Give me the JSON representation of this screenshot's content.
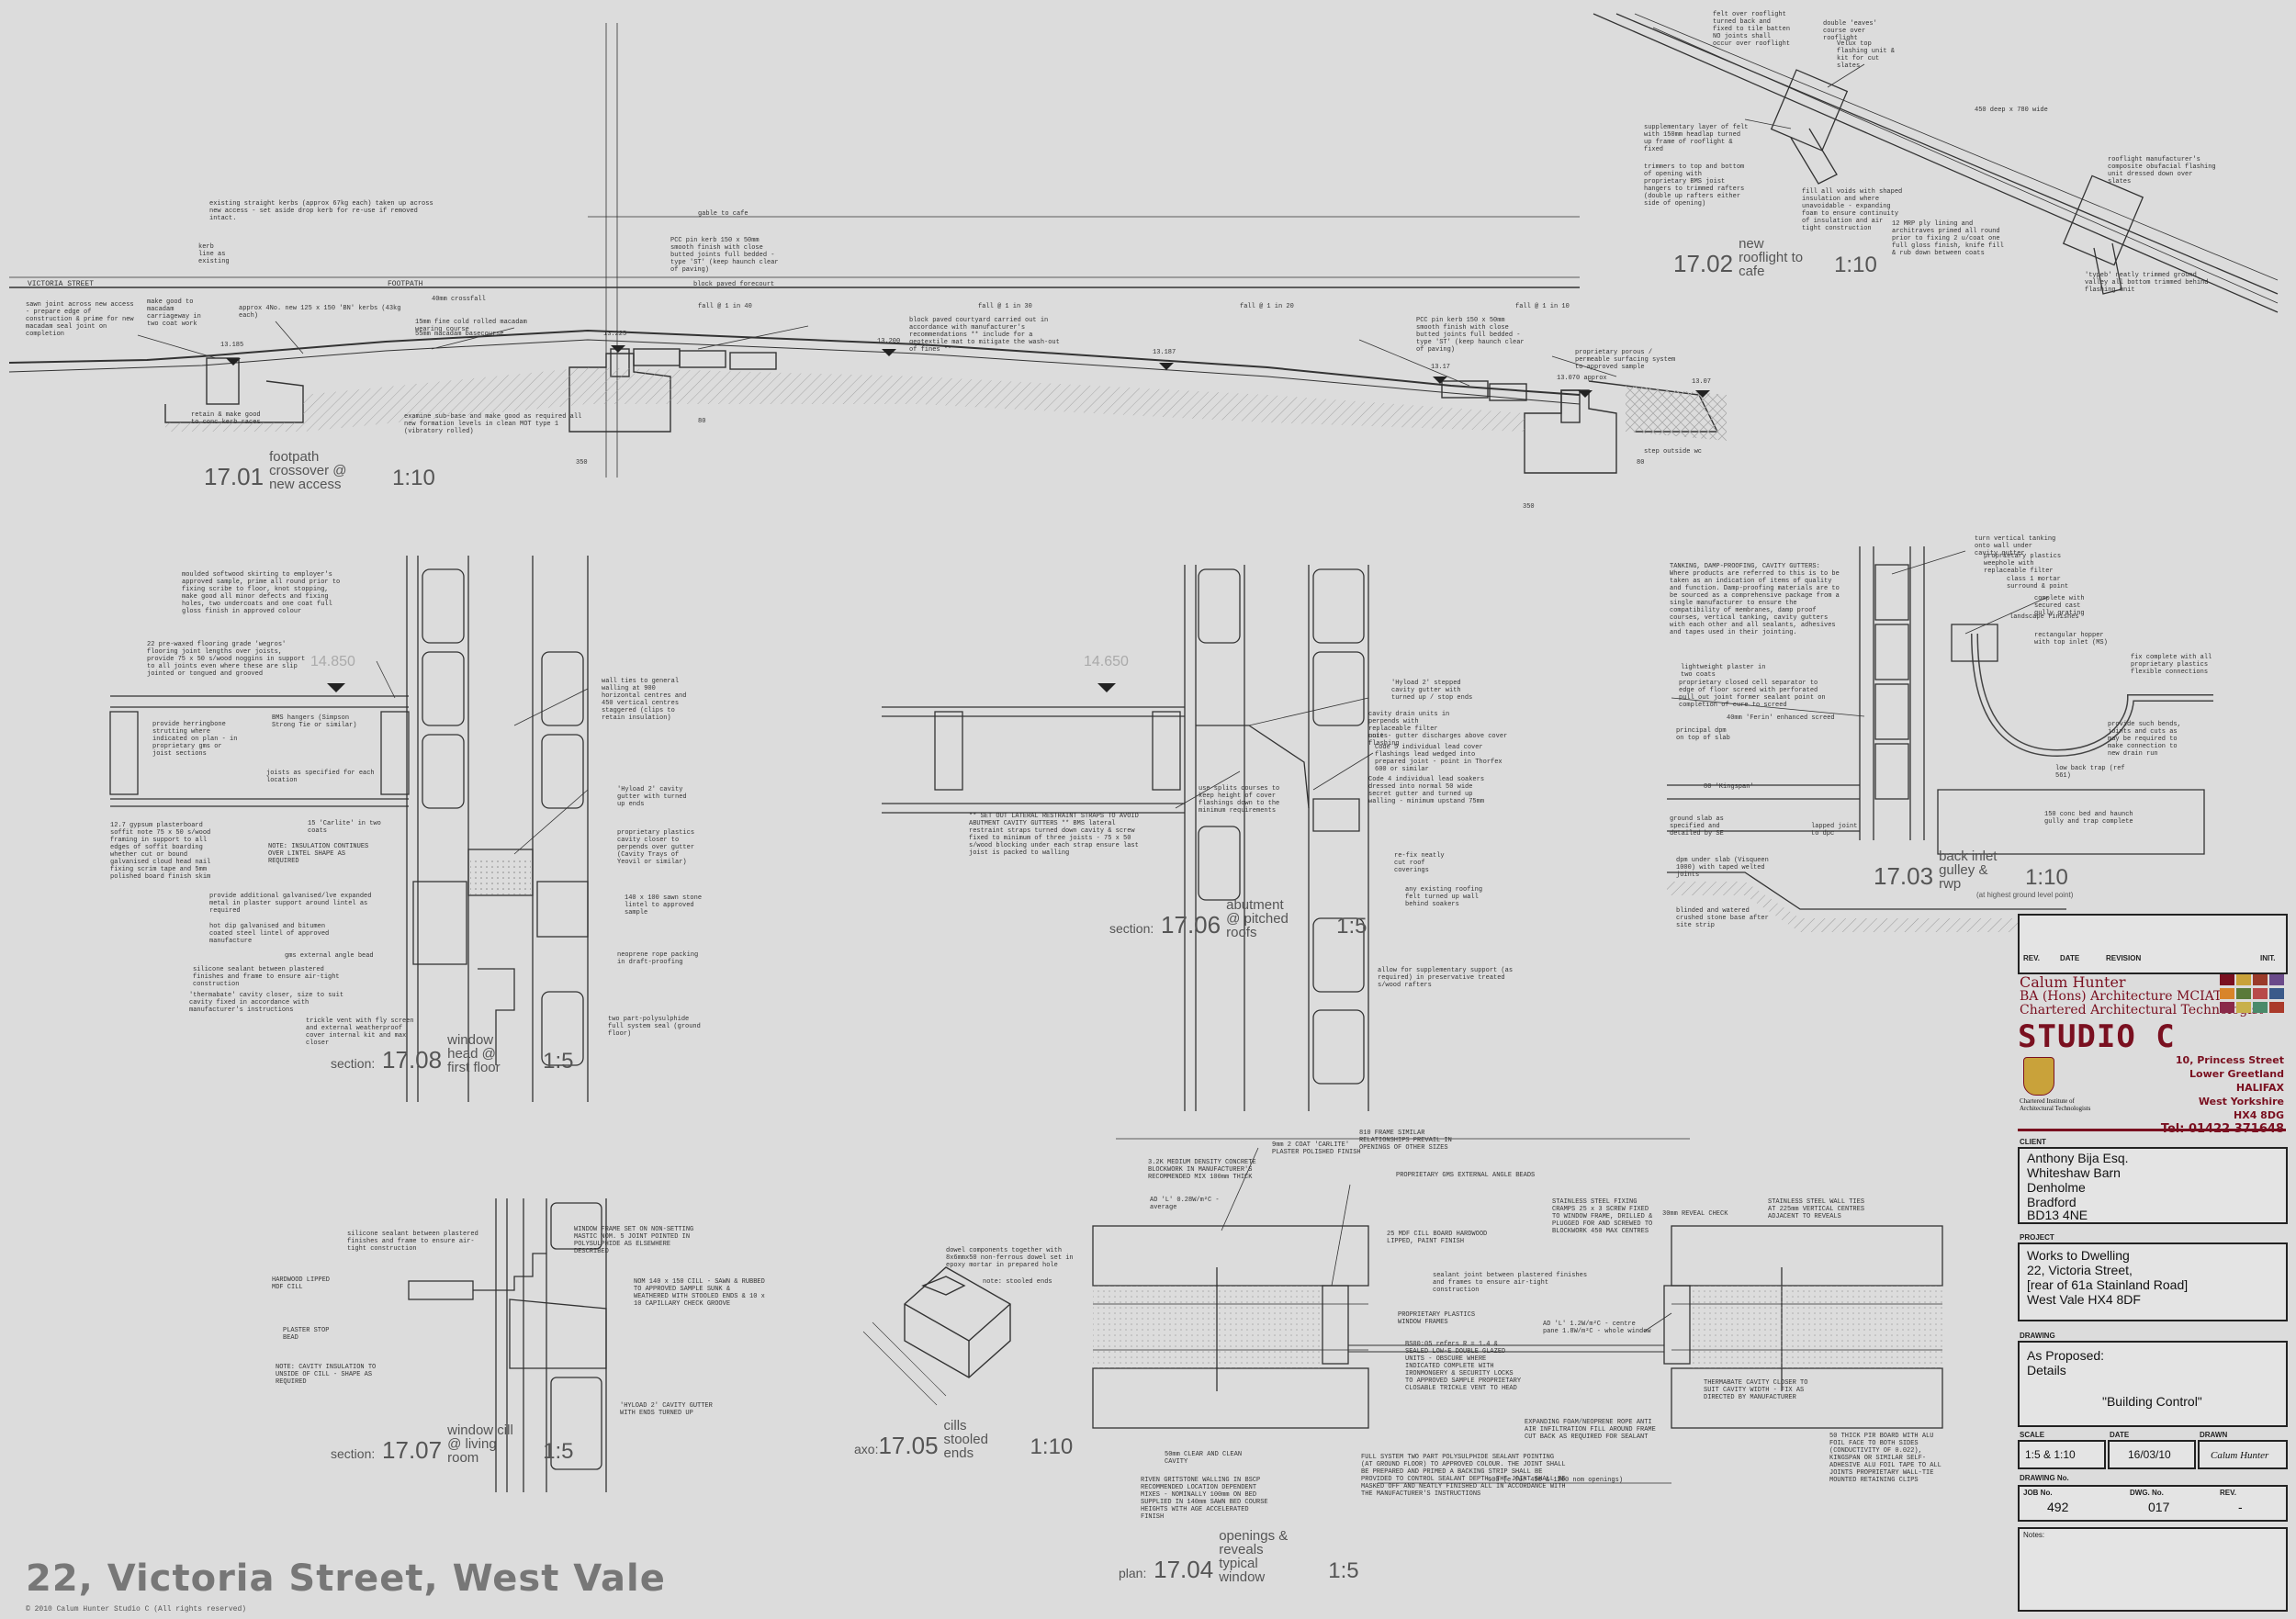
{
  "title": "22, Victoria Street, West Vale",
  "copyright": "© 2010 Calum Hunter  Studio C  (All rights reserved)",
  "details": [
    {
      "id": "d1701",
      "num": "17.01",
      "name": "footpath crossover @ new access",
      "scale": "1:10"
    },
    {
      "id": "d1702",
      "num": "17.02",
      "name": "new rooflight to cafe",
      "scale": "1:10"
    },
    {
      "id": "d1703",
      "num": "17.03",
      "name": "back inlet gulley & rwp",
      "note": "(at highest ground level point)",
      "scale": "1:10"
    },
    {
      "id": "d1704",
      "prefix": "plan:",
      "num": "17.04",
      "name": "openings & reveals typical window",
      "scale": "1:5"
    },
    {
      "id": "d1705",
      "prefix": "axo:",
      "num": "17.05",
      "name": "cills stooled ends",
      "scale": "1:10"
    },
    {
      "id": "d1706",
      "prefix": "section:",
      "num": "17.06",
      "name": "abutment @ pitched roofs",
      "scale": "1:5"
    },
    {
      "id": "d1707",
      "prefix": "section:",
      "num": "17.07",
      "name": "window cill @ living room",
      "scale": "1:5"
    },
    {
      "id": "d1708",
      "prefix": "section:",
      "num": "17.08",
      "name": "window head @ first floor",
      "scale": "1:5"
    }
  ],
  "site_labels": {
    "victoria_street": "VICTORIA STREET",
    "footpath": "FOOTPATH",
    "gable_to_cafe": "gable to cafe",
    "block_paved_forecourt": "block paved forecourt",
    "kerb_line": "kerb line as existing",
    "crossfall": "40mm crossfall",
    "falls": [
      "fall @ 1 in 40",
      "fall @ 1 in 30",
      "fall @ 1 in 20",
      "fall @ 1 in 10"
    ],
    "levels": [
      "13.185",
      "13.225",
      "13.200",
      "13.187",
      "13.17",
      "13.070 approx",
      "13.07"
    ],
    "dims": [
      "350",
      "350",
      "80",
      "80"
    ],
    "step_outside": "step outside wc"
  },
  "level_marks": [
    "14.850",
    "14.650"
  ],
  "notes": {
    "n1": "existing straight kerbs (approx 67kg each) taken up across new access - set aside drop kerb for re-use if removed intact.",
    "n2": "sawn joint across new access - prepare edge of construction & prime for new macadam seal joint on completion",
    "n3": "make good to macadam carriageway in two coat work",
    "n4": "approx 4No. new 125 x 150 'BN' kerbs (43kg each)",
    "n5": "15mm fine cold rolled macadam wearing course",
    "n6": "55mm macadam basecourse",
    "n7": "PCC pin kerb 150 x 50mm smooth finish with close butted joints full bedded - type 'ST' (keep haunch clear of paving)",
    "n8": "block paved courtyard carried out in accordance with manufacturer's recommendations ** include for a geotextile mat to mitigate the wash-out of fines **",
    "n9": "proprietary porous / permeable surfacing system to approved sample",
    "n10": "examine sub-base and make good as required all new formation levels in clean MOT type 1 (vibratory rolled)",
    "n11": "retain & make good to conc kerb races",
    "n12": "PCC pin kerb 150 x 50mm smooth finish with close butted joints full bedded - type 'ST' (keep haunch clear of paving)",
    "r1": "felt over rooflight turned back and fixed to tile batten NO joints shall occur over rooflight",
    "r2": "double 'eaves' course over rooflight",
    "r3": "Velux top flashing unit & kit for cut slates",
    "r4": "450 deep x 780 wide",
    "r5": "supplementary layer of felt with 150mm headlap turned up frame of rooflight & fixed",
    "r6": "trimmers to top and bottom of opening with proprietary BMS joist hangers to trimmed rafters (double up rafters either side of opening)",
    "r7": "fill all voids with shaped insulation and where unavoidable - expanding foam to ensure continuity of insulation and air tight construction",
    "r8": "12 MRP ply lining and architraves primed all round prior to fixing 2 u/coat one full gloss finish, knife fill & rub down between coats",
    "r9": "rooflight manufacturer's composite obufacial flashing unit dressed down over slates",
    "r10": "'typeb' neatly trimmed ground valley all bottom trimmed behind flashing unit",
    "h1": "moulded softwood skirting to employer's approved sample, prime all round prior to fixing scribe to floor, knot stopping, make good all minor defects and fixing holes, two undercoats and one coat full gloss finish in approved colour",
    "h2": "22 pre-waxed flooring grade 'wegros' flooring joint lengths over joists, provide 75 x 50 s/wood noggins in support to all joints even where these are slip jointed or tongued and grooved",
    "h3": "provide herringbone strutting where indicated on plan - in proprietary gms or joist sections",
    "h4": "BMS hangers (Simpson Strong Tie or similar)",
    "h5": "joists as specified for each location",
    "h6": "wall ties to general walling at 900 horizontal centres and 450 vertical centres staggered (clips to retain insulation)",
    "h7": "15 'Carlite' in two coats",
    "h8": "'Hyload 2' cavity gutter with turned up ends",
    "h9": "12.7 gypsum plasterboard soffit note 75 x 50 s/wood framing in support to all edges of soffit boarding whether cut or bound galvanised cloud head nail fixing scrim tape and 5mm polished board finish skim",
    "h10": "NOTE: INSULATION CONTINUES OVER LINTEL SHAPE AS REQUIRED",
    "h11": "proprietary plastics cavity closer to perpends over gutter (Cavity Trays of Yeovil or similar)",
    "h12": "provide additional galvanised/lve expanded metal in plaster support around lintel as required",
    "h13": "140 x 100 sawn stone lintel to approved sample",
    "h14": "hot dip galvanised and bitumen coated steel lintel of approved manufacture",
    "h15": "neoprene rope packing in draft-proofing",
    "h16": "gms external angle bead",
    "h17": "silicone sealant between plastered finishes and frame to ensure air-tight construction",
    "h18": "'thermabate' cavity closer, size to suit cavity fixed in accordance with manufacturer's instructions",
    "h19": "two part-polysulphide full system seal (ground floor)",
    "h20": "trickle vent with fly screen and external weatherproof cover internal kit and max closer",
    "a1": "'Hyload 2' stepped cavity gutter with turned up / stop ends",
    "a2": "cavity drain units in perpends with replaceable filter units",
    "a3": "note - gutter discharges above cover flashing",
    "a4": "Code 5 individual lead cover flashings lead wedged into prepared joint - point in Thorfex 600 or similar",
    "a5": "Code 4 individual lead soakers dressed into normal 50 wide secret gutter and turned up walling - minimum upstand 75mm",
    "a6": "use splits courses to keep height of cover flashings down to the minimum requirements",
    "a7": "** SET OUT LATERAL RESTRAINT STRAPS TO AVOID ABUTMENT CAVITY GUTTERS ** BMS lateral restraint straps turned down cavity & screw fixed to minimum of three joists - 75 x 50 s/wood blocking under each strap ensure last joist is packed to walling",
    "a8": "re-fix neatly cut roof coverings",
    "a9": "any existing roofing felt turned up wall behind soakers",
    "a10": "allow for supplementary support (as required) in preservative treated s/wood rafters",
    "g1": "TANKING, DAMP-PROOFING, CAVITY GUTTERS: Where products are referred to this is to be taken as an indication of items of quality and function. Damp-proofing materials are to be sourced as a comprehensive package from a single manufacturer to ensure the compatibility of membranes, damp proof courses, vertical tanking, cavity gutters with each other and all sealants, adhesives and tapes used in their jointing.",
    "g2": "turn vertical tanking onto wall under cavity gutter",
    "g3": "proprietary plastics weephole with replaceable filter",
    "g4": "class 1 mortar surround & point",
    "g5": "complete with secured cast gully grating",
    "g6": "landscape finishes",
    "g7": "rectangular hopper with top inlet (MS)",
    "g8": "fix complete with all proprietary plastics flexible connections",
    "g9": "lightweight plaster in two coats",
    "g10": "proprietary closed cell separator to edge of floor screed with perforated pull out joint former sealant point on completion of cure to screed",
    "g11": "40mm 'Ferin' enhanced screed",
    "g12": "principal dpm on top of slab",
    "g13": "80 'Kingspan'",
    "g14": "provide such bends, joints and cuts as may be required to make connection to new drain run",
    "g15": "low back trap (ref 561)",
    "g16": "ground slab as specified and detailed by SE",
    "g17": "lapped joint to dpc",
    "g18": "150 conc bed and haunch gully and trap complete",
    "g19": "dpm under slab (Visqueen 1000) with taped welted joints",
    "g20": "blinded and watered crushed stone base after site strip",
    "c1": "WINDOW FRAME SET ON NON-SETTING MASTIC NOM. 5 JOINT POINTED IN POLYSULPHIDE AS ELSEWHERE DESCRIBED",
    "c2": "silicone sealant between plastered finishes and frame to ensure air-tight construction",
    "c3": "HARDWOOD LIPPED MDF CILL",
    "c4": "NOM 140 x 150 CILL - SAWN & RUBBED TO APPROVED SAMPLE SUNK & WEATHERED WITH STOOLED ENDS & 10 x 10 CAPILLARY CHECK GROOVE",
    "c5": "PLASTER STOP BEAD",
    "c6": "NOTE: CAVITY INSULATION TO UNSIDE OF CILL - SHAPE AS REQUIRED",
    "c7": "'HYLOAD 2' CAVITY GUTTER WITH ENDS TURNED UP",
    "x1": "dowel components together with 8x6mmx50 non-ferrous dowel set in epoxy mortar in prepared hole",
    "x2": "note: stooled ends",
    "p1": "810 FRAME SIMILAR RELATIONSHIPS PREVAIL IN OPENINGS OF OTHER SIZES",
    "p2": "9mm 2 COAT 'CARLITE' PLASTER POLISHED FINISH",
    "p3": "3.2K MEDIUM DENSITY CONCRETE BLOCKWORK IN MANUFACTURER'S RECOMMENDED MIX 100mm THICK",
    "p4": "PROPRIETARY GMS EXTERNAL ANGLE BEADS",
    "p5": "AD 'L' 0.28W/m²C - average",
    "p6": "25 MDF CILL BOARD HARDWOOD LIPPED, PAINT FINISH",
    "p7": "sealant joint between plastered finishes and frames to ensure air-tight construction",
    "p8": "STAINLESS STEEL FIXING CRAMPS 25 x 3 SCREW FIXED TO WINDOW FRAME, DRILLED & PLUGGED FOR AND SCREWED TO BLOCKWORK 450 MAX CENTRES",
    "p9": "30mm REVEAL CHECK",
    "p10": "STAINLESS STEEL WALL TIES AT 225mm VERTICAL CENTRES ADJACENT TO REVEALS",
    "p11": "PROPRIETARY PLASTICS WINDOW FRAMES",
    "p12": "BS00:05 refers R = 1.4 & SEALED LOW-E DOUBLE GLAZED UNITS - OBSCURE WHERE INDICATED COMPLETE WITH IRONMONGERY & SECURITY LOCKS TO APPROVED SAMPLE PROPRIETARY CLOSABLE TRICKLE VENT TO HEAD",
    "p13": "AD 'L' 1.2W/m²C - centre pane 1.8W/m²C - whole window",
    "p14": "THERMABATE CAVITY CLOSER TO SUIT CAVITY WIDTH - FIX AS DIRECTED BY MANUFACTURER",
    "p15": "50mm CLEAR AND CLEAN CAVITY",
    "p16": "EXPANDING FOAM/NEOPRENE ROPE ANTI AIR INFILTRATION FILL AROUND FRAME CUT BACK AS REQUIRED FOR SEALANT",
    "p17": "FULL SYSTEM TWO PART POLYSULPHIDE SEALANT POINTING (AT GROUND FLOOR) TO APPROVED COLOUR. THE JOINT SHALL BE PREPARED AND PRIMED A BACKING STRIP SHALL BE PROVIDED TO CONTROL SEALANT DEPTH. THE JOINT SHALL BE MASKED OFF AND NEATLY FINISHED ALL IN ACCORDANCE WITH THE MANUFACTURER'S INSTRUCTIONS",
    "p18": "RIVEN GRITSTONE WALLING IN BSCP RECOMMENDED LOCATION DEPENDENT MIXES - NOMINALLY 100mm ON BED SUPPLIED IN 140mm SAWN BED COURSE HEIGHTS WITH AGE ACCELERATED FINISH",
    "p19": "50 THICK PIR BOARD WITH ALU FOIL FACE TO BOTH SIDES (CONDUCTIVITY OF 0.022), KINGSPAN OR SIMILAR SELF-ADHESIVE ALU FOIL TAPE TO ALL JOINTS PROPRIETARY WALL-TIE MOUNTED RETAINING CLIPS",
    "p20": "600 (e for 450 & 1200 nom openings)"
  },
  "title_block": {
    "rev_headers": [
      "REV.",
      "DATE",
      "REVISION",
      "INIT."
    ],
    "designer_name": "Calum Hunter",
    "designer_quals": "BA (Hons) Architecture MCIAT",
    "designer_role": "Chartered Architectural Technologist",
    "studio": "STUDIO C",
    "address": [
      "10, Princess Street",
      "Lower Greetland",
      "HALIFAX",
      "West Yorkshire",
      "HX4 8DG"
    ],
    "tel": "Tel:  01422 371648",
    "institute": "Chartered Institute of Architectural Technologists",
    "client_label": "CLIENT",
    "client": [
      "Anthony Bija Esq.",
      "Whiteshaw Barn",
      "Denholme",
      "Bradford",
      "BD13 4NE"
    ],
    "project_label": "PROJECT",
    "project": [
      "Works to Dwelling",
      "22, Victoria Street,",
      "[rear of 61a Stainland Road]",
      "West Vale HX4 8DF"
    ],
    "drawing_label": "DRAWING",
    "drawing": [
      "As Proposed:",
      "Details"
    ],
    "drawing_sub": "\"Building Control\"",
    "scale_label": "SCALE",
    "scale": "1:5 & 1:10",
    "date_label": "DATE",
    "date": "16/03/10",
    "drawn_label": "DRAWN",
    "drawn": "Calum Hunter",
    "drawing_no_label": "DRAWING No.",
    "job_no_label": "JOB No.",
    "job_no": "492",
    "dwg_no_label": "DWG. No.",
    "dwg_no": "017",
    "rev_label": "REV.",
    "rev": "-",
    "notes_label": "Notes:"
  },
  "colors": {
    "background": "#dcdcdc",
    "ink": "#222222",
    "brand": "#7a1020",
    "hatch": "#b9b9b9"
  }
}
